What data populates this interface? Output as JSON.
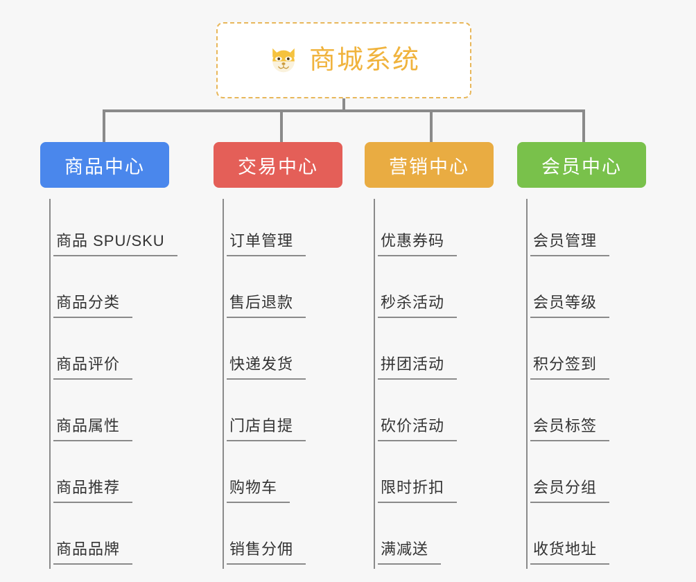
{
  "root": {
    "title": "商城系统",
    "icon": "shiba-dog-face-icon",
    "border_color": "#e8b75a",
    "text_color": "#f0b33d",
    "background": "#ffffff"
  },
  "canvas": {
    "background": "#f7f7f7",
    "connector_color": "#8a8a8a"
  },
  "branches": [
    {
      "label": "商品中心",
      "color": "#4a87ec",
      "items": [
        "商品 SPU/SKU",
        "商品分类",
        "商品评价",
        "商品属性",
        "商品推荐",
        "商品品牌"
      ]
    },
    {
      "label": "交易中心",
      "color": "#e45f58",
      "items": [
        "订单管理",
        "售后退款",
        "快递发货",
        "门店自提",
        "购物车",
        "销售分佣"
      ]
    },
    {
      "label": "营销中心",
      "color": "#e9ac42",
      "items": [
        "优惠券码",
        "秒杀活动",
        "拼团活动",
        "砍价活动",
        "限时折扣",
        "满减送"
      ]
    },
    {
      "label": "会员中心",
      "color": "#79c14b",
      "items": [
        "会员管理",
        "会员等级",
        "积分签到",
        "会员标签",
        "会员分组",
        "收货地址"
      ]
    }
  ]
}
